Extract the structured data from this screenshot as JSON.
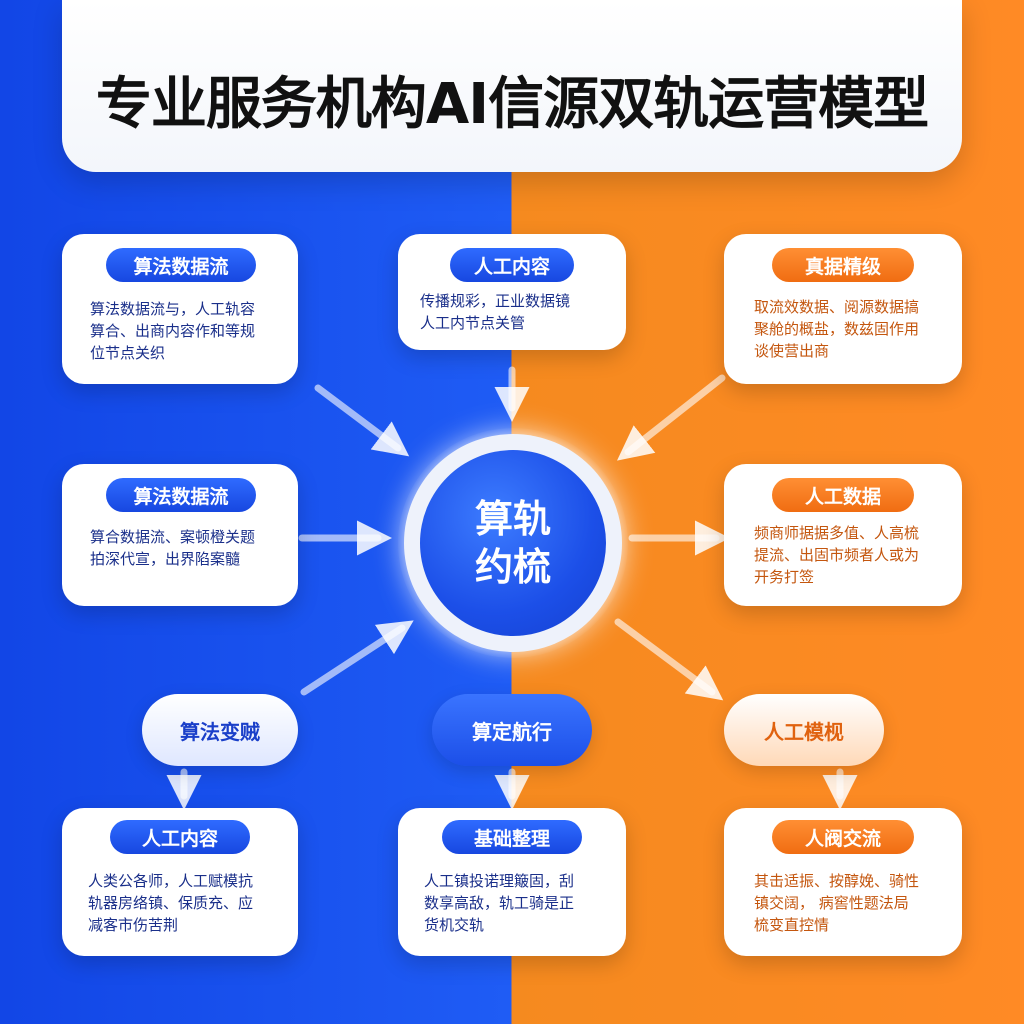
{
  "title": "专业服务机构AI信源双轨运营模型",
  "hub": {
    "line1": "算轨",
    "line2": "约梳"
  },
  "cards": {
    "top_left": {
      "label": "算法数据流",
      "text": "算法数据流与，人工轨容\n算合、出商内容作和等规\n位节点关织"
    },
    "top_center": {
      "label": "人工内容",
      "text": "传播规彩，正业数据镜\n人工内节点关管"
    },
    "top_right": {
      "label": "真据精级",
      "text": "取流效数据、阅源数据搞\n聚舱的概盐，数兹固作用\n谈使营出商"
    },
    "mid_left": {
      "label": "算法数据流",
      "text": "算合数据流、案顿橙关题\n拍深代宣，出界陷案髓"
    },
    "mid_right": {
      "label": "人工数据",
      "text": "频商师据据多值、人高梳\n提流、出固市频者人或为\n开务打签"
    },
    "bot_left": {
      "label": "人工内容",
      "text": "人类公各师，人工赋模抗\n轨器房络镇、保质充、应\n减客市伤苦荆"
    },
    "bot_center": {
      "label": "基础整理",
      "text": "人工镇投诺理簸固，刮\n数享高敌，轨工骑是正\n货机交轨"
    },
    "bot_right": {
      "label": "人阀交流",
      "text": "其击适振、按醇娩、骑性\n镇交阔，   病窖性题法局\n梳变直控情"
    }
  },
  "nodes": {
    "left": "算法变贼",
    "center": "算定航行",
    "right": "人工模枧"
  },
  "colors": {
    "blue": "#1f5cf5",
    "orange": "#ff8a25"
  }
}
